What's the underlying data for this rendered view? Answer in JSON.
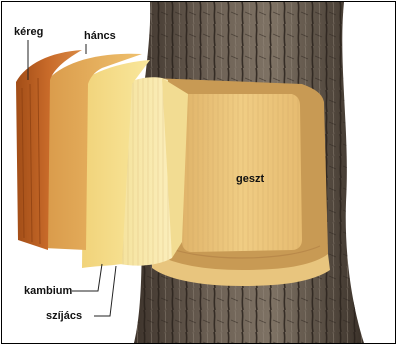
{
  "diagram": {
    "labels": {
      "bark": "kéreg",
      "phloem": "háncs",
      "heartwood": "geszt",
      "cambium": "kambium",
      "sapwood": "szíjács"
    }
  }
}
